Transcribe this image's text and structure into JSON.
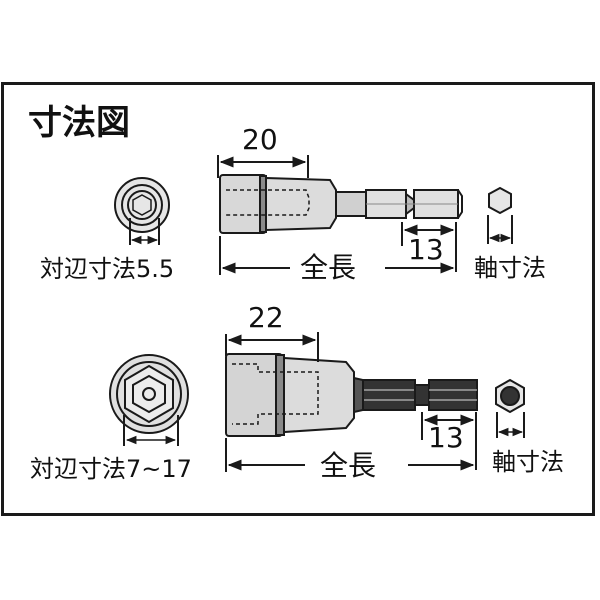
{
  "diagram": {
    "title": "寸法図",
    "top_tool": {
      "socket_length": "20",
      "across_flats_label": "対辺寸法5.5",
      "overall_length_label": "全長",
      "hex_length": "13",
      "shank_size_label": "軸寸法"
    },
    "bottom_tool": {
      "socket_length": "22",
      "across_flats_label": "対辺寸法7~17",
      "overall_length_label": "全長",
      "hex_length": "13",
      "shank_size_label": "軸寸法"
    },
    "colors": {
      "line": "#1a1a1a",
      "fill": "#d8d8d8",
      "shank_dark": "#333333"
    }
  }
}
